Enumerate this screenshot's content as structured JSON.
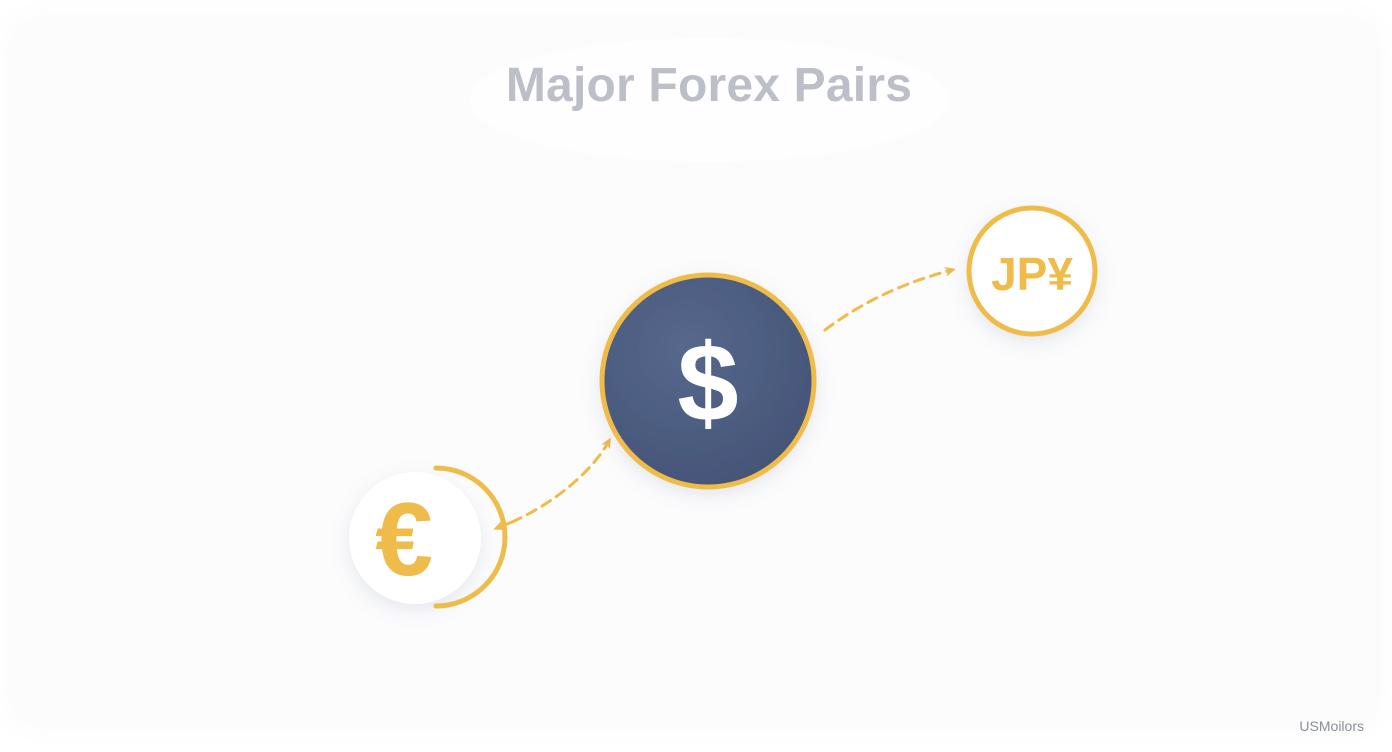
{
  "title": "Major Forex Pairs",
  "nodes": {
    "center": {
      "symbol": "$"
    },
    "left": {
      "symbol": "€"
    },
    "right": {
      "symbol": "JP¥"
    }
  },
  "watermark": "USMoilors",
  "colors": {
    "title": "#232a48",
    "accent": "#efbb4a",
    "center_fill": "#4b5c7f",
    "symbol_white": "#ffffff"
  }
}
